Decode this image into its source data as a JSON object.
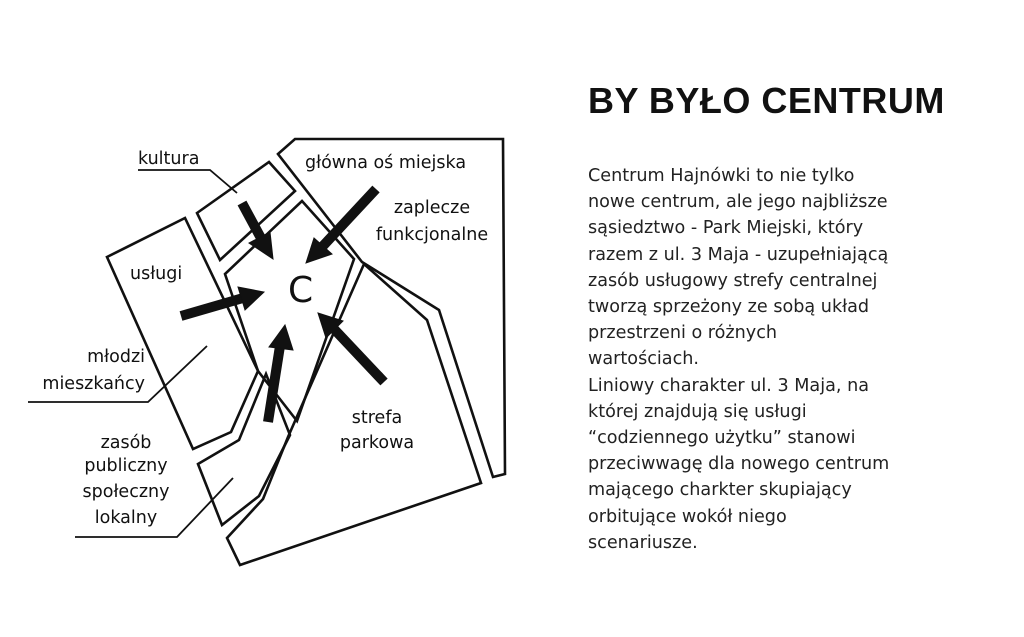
{
  "diagram": {
    "center_label": "C",
    "labels": {
      "kultura": "kultura",
      "glowna": "główna oś miejska",
      "zaplecze_1": "zaplecze",
      "zaplecze_2": "funkcjonalne",
      "uslugi": "usługi",
      "mlodzi_1": "młodzi",
      "mlodzi_2": "mieszkańcy",
      "zasob_1": "zasób",
      "zasob_2": "publiczny",
      "zasob_3": "społeczny",
      "zasob_4": "lokalny",
      "strefa_1": "strefa",
      "strefa_2": "parkowa"
    }
  },
  "text": {
    "title": "BY BYŁO CENTRUM",
    "lines": [
      "Centrum Hajnówki to nie tylko",
      "nowe centrum, ale jego najbliższe",
      "sąsiedztwo - Park Miejski, który",
      "razem z ul. 3 Maja - uzupełniającą",
      "zasób usługowy strefy centralnej",
      "tworzą sprzeżony ze sobą układ",
      "przestrzeni o różnych",
      "wartościach.",
      "Liniowy charakter ul. 3 Maja, na",
      "której znajdują się usługi",
      "“codziennego użytku” stanowi",
      "przeciwwagę dla nowego centrum",
      "mającego charkter skupiający",
      "orbitujące wokół niego",
      "scenariusze."
    ]
  }
}
